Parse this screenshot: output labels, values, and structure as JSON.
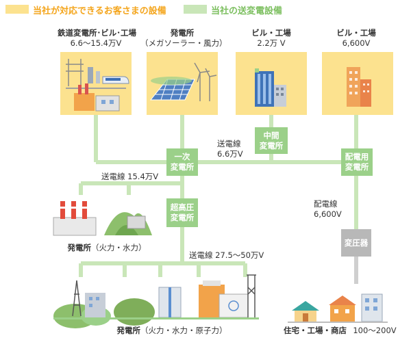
{
  "legend": {
    "customer": {
      "label": "当社が対応できるお客さまの設備",
      "color": "#fce28f"
    },
    "company": {
      "label": "当社の送変電設備",
      "color": "#c9e6b8"
    }
  },
  "facilities": [
    {
      "title": "鉄道変電所･ビル･工場",
      "value": "6.6～15.4万V"
    },
    {
      "title": "発電所",
      "value": "（メガソーラー・風力）"
    },
    {
      "title": "ビル・工場",
      "value": "2.2万 V"
    },
    {
      "title": "ビル・工場",
      "value": "6,600V"
    }
  ],
  "nodes": {
    "chukan": [
      "中間",
      "変電所"
    ],
    "ichiji": [
      "一次",
      "変電所"
    ],
    "haiden": [
      "配電用",
      "変電所"
    ],
    "chokoatsu": [
      "超高圧",
      "変電所"
    ],
    "transformer": "変圧器"
  },
  "lines": {
    "l66": [
      "送電線",
      "6.6万V"
    ],
    "l154": "送電線 15.4万V",
    "l275": "送電線 27.5～50万V",
    "l6600": [
      "配電線",
      "6,600V"
    ]
  },
  "bottom": {
    "plant_mid": "発電所",
    "plant_mid_sub": "（火力・水力）",
    "plant_low": "発電所",
    "plant_low_sub": "（火力・水力・原子力）",
    "homes": "住宅・工場・商店",
    "homes_v": "100～200V"
  },
  "colors": {
    "line": "#c9e6b8",
    "node": "#9bd089",
    "trans": "#b8b8b8",
    "line_gray": "#cfcfcf"
  }
}
